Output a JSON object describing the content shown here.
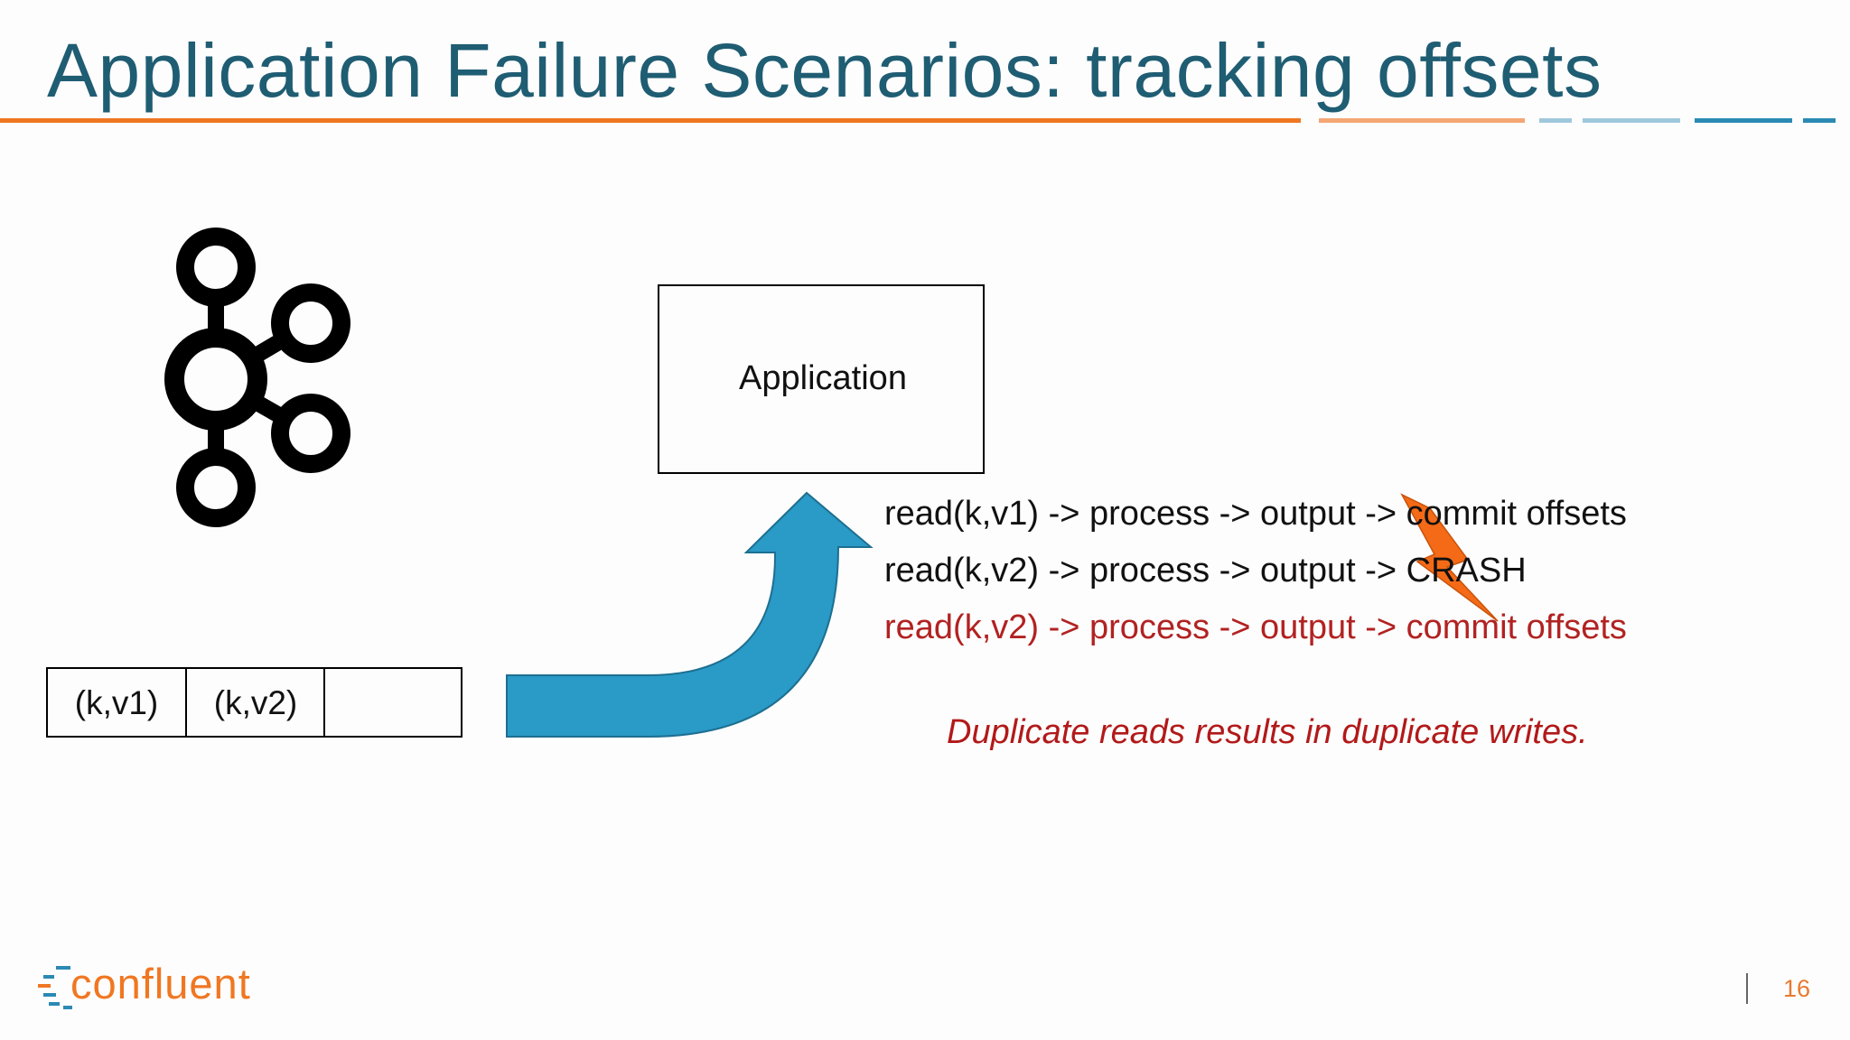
{
  "title": "Application Failure Scenarios: tracking offsets",
  "colors": {
    "title": "#1f5d73",
    "accent_orange": "#f07722",
    "accent_blue": "#2a9ac6",
    "error_red": "#b22222"
  },
  "diagram": {
    "kafka_logo_icon": "kafka-logo-icon",
    "application_label": "Application",
    "log_cells": [
      "(k,v1)",
      "(k,v2)",
      ""
    ],
    "flow_arrow_icon": "curved-up-arrow-icon",
    "crash_icon": "lightning-bolt-icon",
    "lines": [
      {
        "text": "read(k,v1) -> process -> output -> commit offsets",
        "status": "normal"
      },
      {
        "text": "read(k,v2) -> process -> output -> CRASH",
        "status": "normal"
      },
      {
        "text": "read(k,v2) -> process -> output -> commit offsets",
        "status": "redo"
      }
    ],
    "note": "Duplicate reads results in duplicate writes."
  },
  "footer": {
    "logo_text": "confluent",
    "page_number": "16"
  }
}
